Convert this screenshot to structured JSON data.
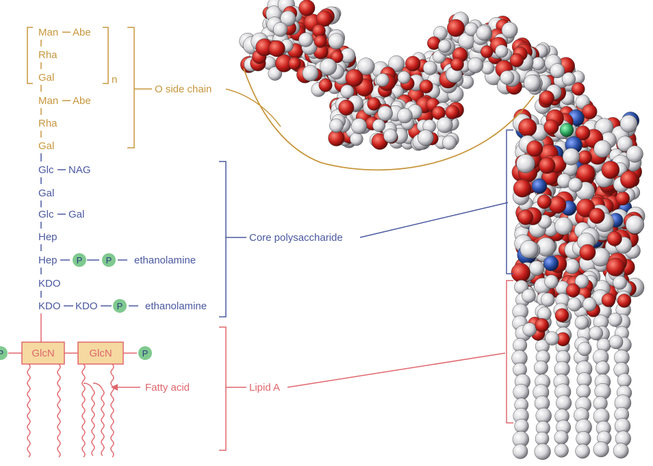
{
  "colors": {
    "o_chain": "#c8963c",
    "core": "#4a58a0",
    "lipid": "#e0666c",
    "phosphate_fill": "#7fc98f",
    "glcn_box_fill": "#f5d9a0",
    "atom_oxygen": "#c8201c",
    "atom_hydrogen": "#d8d8dc",
    "atom_nitrogen": "#2a4fa8",
    "atom_phosphorus": "#2fa860"
  },
  "o_side_chain": {
    "repeat_unit": {
      "row1": [
        "Man",
        "Abe"
      ],
      "row2": "Rha",
      "row3": "Gal",
      "n": "n"
    },
    "row4": [
      "Man",
      "Abe"
    ],
    "row5": "Rha",
    "row6": "Gal",
    "label": "O side chain"
  },
  "core": {
    "rows": [
      [
        "Glc",
        "NAG"
      ],
      [
        "Gal"
      ],
      [
        "Glc",
        "Gal"
      ],
      [
        "Hep"
      ],
      [
        "Hep"
      ],
      [
        "KDO"
      ],
      [
        "KDO",
        "KDO"
      ]
    ],
    "hep_tail": "ethanolamine",
    "kdo_tail": "ethanolamine",
    "label": "Core polysaccharide"
  },
  "lipid_a": {
    "sugars": [
      "GlcN",
      "GlcN"
    ],
    "fatty_acid_label": "Fatty  acid",
    "label": "Lipid A"
  },
  "phosphate": "P",
  "molecular_model": {
    "icon": "space-filling-molecule-model"
  }
}
